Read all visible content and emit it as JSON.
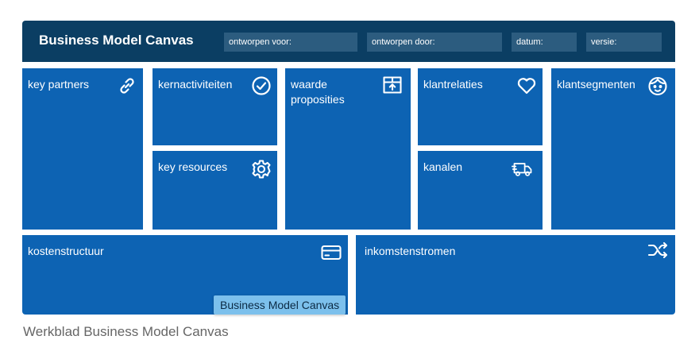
{
  "header": {
    "title": "Business Model Canvas",
    "fields": [
      "ontworpen voor:",
      "ontworpen door:",
      "datum:",
      "versie:"
    ]
  },
  "blocks": {
    "key_partners": "key partners",
    "kernactiviteiten": "kernactiviteiten",
    "key_resources": "key resources",
    "waardeproposities_line1": "waarde",
    "waardeproposities_line2": "proposities",
    "klantrelaties": "klantrelaties",
    "kanalen": "kanalen",
    "klantsegmenten": "klantsegmenten",
    "kostenstructuur": "kostenstructuur",
    "inkomstenstromen": "inkomstenstromen"
  },
  "icons": {
    "key_partners": "link-icon",
    "kernactiviteiten": "check-circle-icon",
    "key_resources": "gear-icon",
    "waardeproposities": "box-upload-icon",
    "klantrelaties": "heart-icon",
    "kanalen": "delivery-truck-icon",
    "klantsegmenten": "person-face-icon",
    "kostenstructuur": "credit-card-icon",
    "inkomstenstromen": "shuffle-icon"
  },
  "colors": {
    "header_bg": "#0b3e63",
    "block_bg": "#0d63b3",
    "tooltip_bg": "#7cc0ec"
  },
  "tooltip": "Business Model Canvas",
  "caption": "Werkblad Business Model Canvas"
}
